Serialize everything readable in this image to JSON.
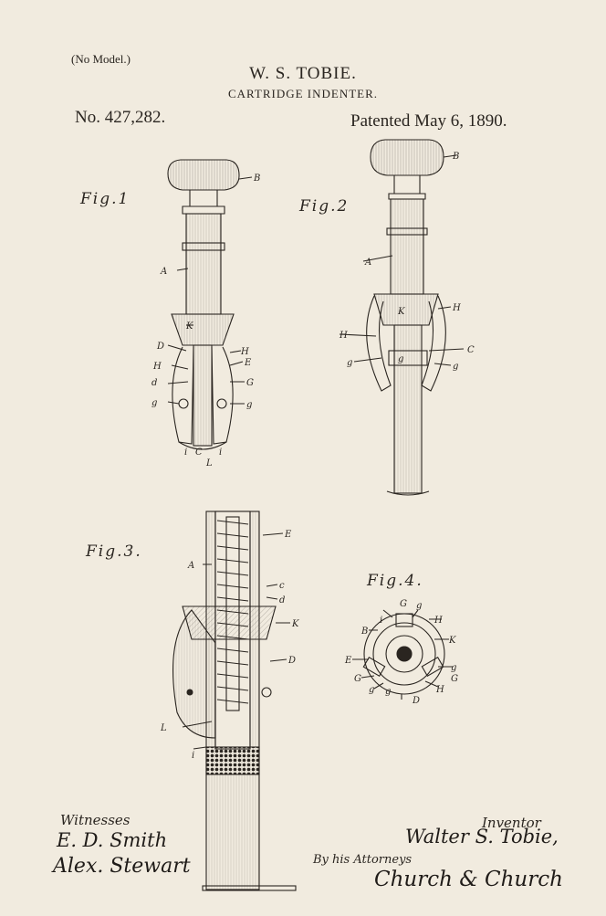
{
  "header": {
    "no_model": "(No Model.)",
    "inventor_name": "W. S. TOBIE.",
    "subject": "CARTRIDGE INDENTER.",
    "patent_number": "No. 427,282.",
    "patent_date": "Patented May 6, 1890."
  },
  "figures": {
    "fig1": "Fig.1",
    "fig2": "Fig.2",
    "fig3": "Fig.3.",
    "fig4": "Fig.4."
  },
  "letters": {
    "B": "B",
    "A": "A",
    "K": "K",
    "D": "D",
    "E": "E",
    "H": "H",
    "d": "d",
    "G": "G",
    "g": "g",
    "i": "i",
    "C": "C",
    "L": "L",
    "c": "c"
  },
  "footer": {
    "witnesses_label": "Witnesses",
    "witness_1": "E. D. Smith",
    "witness_2": "Alex. Stewart",
    "inventor_label": "Inventor",
    "inventor_signature": "Walter S. Tobie,",
    "attorneys_label": "By his Attorneys",
    "attorneys_signature": "Church & Church"
  },
  "colors": {
    "paper": "#f1ebdf",
    "ink": "#2a2520"
  }
}
